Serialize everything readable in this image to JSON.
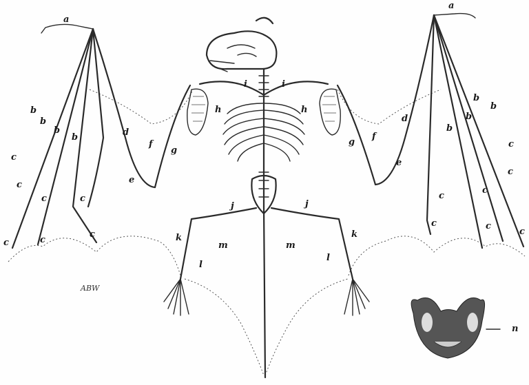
{
  "figure": {
    "letters": {
      "a": "a",
      "b": "b",
      "c": "c",
      "d": "d",
      "e": "e",
      "f": "f",
      "g": "g",
      "h": "h",
      "i": "i",
      "j": "j",
      "k": "k",
      "l": "l",
      "m": "m",
      "n": "n"
    },
    "signature": "ABW",
    "colors": {
      "ink": "#2a2a2a",
      "paper": "#fefefe"
    }
  }
}
